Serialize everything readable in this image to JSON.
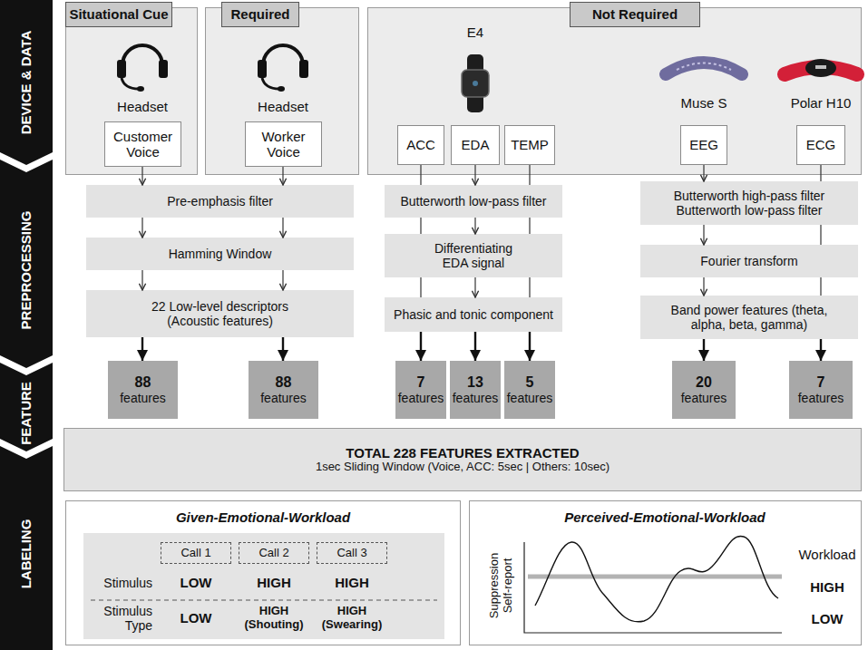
{
  "diagram": {
    "nodes": [
      {
        "text": [
          "Situational Cue",
          "Headset"
        ]
      },
      {
        "text": [
          "Customer Voice"
        ],
        "in": 0
      },
      {
        "text": [
          "Required",
          "Headset"
        ]
      },
      {
        "text": [
          "Worker Voice"
        ],
        "in": 2
      },
      {
        "text": [
          "Not Required",
          "E4",
          "Muse S",
          "Polar H10"
        ]
      },
      {
        "text": [
          "ACC"
        ],
        "in": 4
      },
      {
        "text": [
          "EDA"
        ],
        "in": 4
      },
      {
        "text": [
          "TEMP"
        ],
        "in": 4
      },
      {
        "text": [
          "EEG"
        ],
        "in": 4
      },
      {
        "text": [
          "ECG"
        ],
        "in": 4
      },
      {
        "text": [
          "Pre-emphasis filter"
        ]
      },
      {
        "text": [
          "Hamming Window"
        ]
      },
      {
        "text": [
          "22 Low-level descriptors (Acoustic features)"
        ]
      },
      {
        "text": [
          "Butterworth low-pass filter"
        ]
      },
      {
        "text": [
          "Differentiating EDA signal"
        ]
      },
      {
        "text": [
          "Phasic and tonic component"
        ]
      },
      {
        "text": [
          "Butterworth high-pass filter Butterworth low-pass filter"
        ]
      },
      {
        "text": [
          "Fourier transform"
        ]
      },
      {
        "text": [
          "Band power features (theta, alpha, beta, gamma)"
        ]
      },
      {
        "text": [
          "88",
          "features"
        ]
      },
      {
        "text": [
          "88",
          "features"
        ]
      },
      {
        "text": [
          "7",
          "features"
        ]
      },
      {
        "text": [
          "13",
          "features"
        ]
      },
      {
        "text": [
          "5",
          "features"
        ]
      },
      {
        "text": [
          "20",
          "features"
        ]
      },
      {
        "text": [
          "7",
          "features"
        ]
      },
      {
        "text": [
          "TOTAL 228 FEATURES EXTRACTED",
          "1sec Sliding Window (Voice, ACC: 5sec | Others: 10sec)"
        ]
      },
      {
        "text": [
          "Given-Emotional-Workload"
        ]
      },
      {
        "text": [
          "Call 1"
        ],
        "in": 27
      },
      {
        "text": [
          "Call 2"
        ],
        "in": 27
      },
      {
        "text": [
          "Call 3"
        ],
        "in": 27
      },
      {
        "text": [
          "Perceived-Emotional-Workload"
        ]
      }
    ],
    "edges": [
      {
        "from": 1,
        "to": 10,
        "arrow": "to"
      },
      {
        "from": 3,
        "to": 10,
        "arrow": "to"
      },
      {
        "from": 10,
        "to": 11,
        "arrow": "to"
      },
      {
        "from": 10,
        "to": 11,
        "arrow": "to"
      },
      {
        "from": 11,
        "to": 12,
        "arrow": "to"
      },
      {
        "from": 11,
        "to": 12,
        "arrow": "to"
      },
      {
        "from": 12,
        "to": 19,
        "arrow": "to"
      },
      {
        "from": 12,
        "to": 20,
        "arrow": "to"
      },
      {
        "from": 5,
        "to": 13,
        "arrow": "none"
      },
      {
        "from": 6,
        "to": 13,
        "arrow": "to"
      },
      {
        "from": 7,
        "to": 13,
        "arrow": "none"
      },
      {
        "from": 13,
        "to": 14,
        "arrow": "none"
      },
      {
        "from": 13,
        "to": 14,
        "arrow": "to"
      },
      {
        "from": 13,
        "to": 14,
        "arrow": "none"
      },
      {
        "from": 14,
        "to": 15,
        "arrow": "none"
      },
      {
        "from": 14,
        "to": 15,
        "arrow": "to"
      },
      {
        "from": 14,
        "to": 15,
        "arrow": "none"
      },
      {
        "from": 15,
        "to": 21,
        "arrow": "to"
      },
      {
        "from": 15,
        "to": 22,
        "arrow": "to"
      },
      {
        "from": 15,
        "to": 23,
        "arrow": "to"
      },
      {
        "from": 8,
        "to": 16,
        "arrow": "to"
      },
      {
        "from": 9,
        "to": 16,
        "arrow": "none"
      },
      {
        "from": 16,
        "to": 17,
        "arrow": "to"
      },
      {
        "from": 16,
        "to": 17,
        "arrow": "none"
      },
      {
        "from": 17,
        "to": 18,
        "arrow": "to"
      },
      {
        "from": 17,
        "to": 18,
        "arrow": "none"
      },
      {
        "from": 18,
        "to": 24,
        "arrow": "to"
      },
      {
        "from": 18,
        "to": 25,
        "arrow": "to"
      }
    ],
    "labels": [
      "DEVICE & DATA",
      "PREPROCESSING",
      "FEATURE",
      "LABELING",
      "Stimulus",
      "LOW",
      "HIGH",
      "HIGH",
      "Stimulus Type",
      "LOW",
      "HIGH (Shouting)",
      "HIGH (Swearing)",
      "Suppression Self-report",
      "Workload",
      "HIGH",
      "LOW"
    ]
  }
}
